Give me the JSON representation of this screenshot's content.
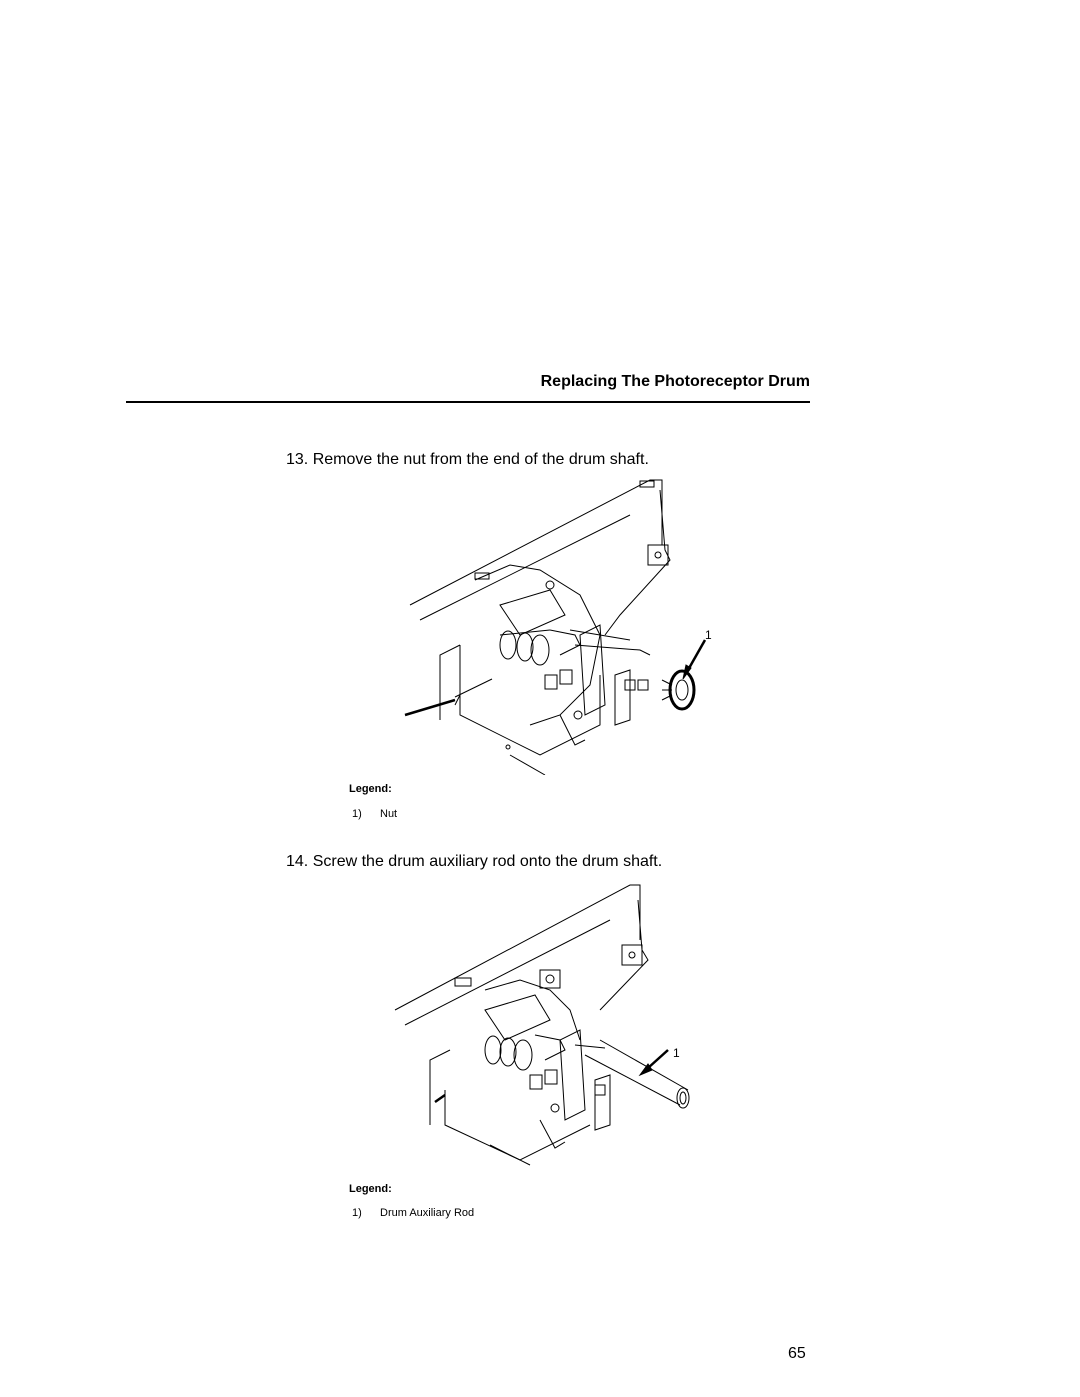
{
  "header": {
    "section_title": "Replacing The Photoreceptor Drum"
  },
  "steps": [
    {
      "number": "13.",
      "text": "Remove the nut from the end of the drum shaft.",
      "callout": "1",
      "legend_title": "Legend:",
      "legend_items": [
        {
          "num": "1)",
          "label": "Nut"
        }
      ]
    },
    {
      "number": "14.",
      "text": "Screw the drum auxiliary rod onto the drum shaft.",
      "callout": "1",
      "legend_title": "Legend:",
      "legend_items": [
        {
          "num": "1)",
          "label": "Drum Auxiliary Rod"
        }
      ]
    }
  ],
  "footer": {
    "page_number": "65"
  }
}
